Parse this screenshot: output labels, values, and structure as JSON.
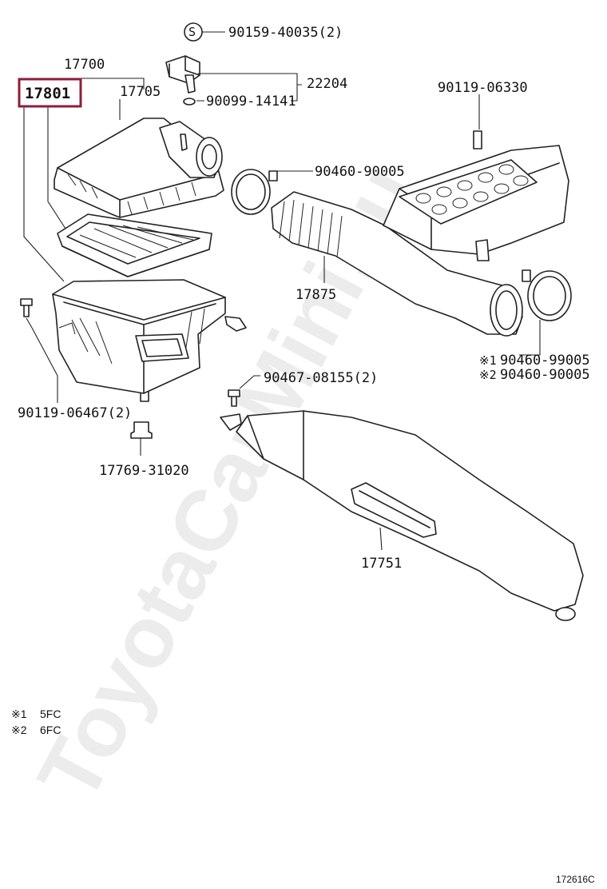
{
  "callouts": {
    "bolt_sensor": "90159-40035(2)",
    "air_cleaner_assy": "17700",
    "highlighted_part": "17801",
    "cap_sub_assy": "17705",
    "sensor": "22204",
    "o_ring": "90099-14141",
    "bolt_right": "90119-06330",
    "clamp_upper": "90460-90005",
    "hose": "17875",
    "clamp_variant1": "90460-99005",
    "clamp_variant2": "90460-90005",
    "variant1_mark": "※1",
    "variant2_mark": "※2",
    "screw_duct": "90467-08155(2)",
    "bolt_case": "90119-06467(2)",
    "grommet": "17769-31020",
    "duct": "17751"
  },
  "symbols": {
    "s_mark": "S"
  },
  "legend": [
    {
      "mark": "※1",
      "code": "5FC"
    },
    {
      "mark": "※2",
      "code": "6FC"
    }
  ],
  "diagram_id": "172616C",
  "watermark": "ToyotaCarMini.ru",
  "highlight_color": "#8b1f3a"
}
